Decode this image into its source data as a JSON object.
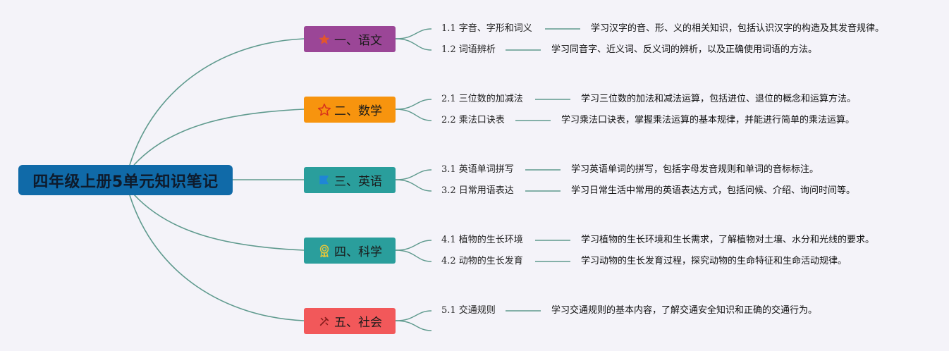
{
  "root": {
    "label": "四年级上册5单元知识笔记"
  },
  "colors": {
    "root": "#106aa8",
    "line": "#5f9a8e",
    "branches": [
      "#9b4697",
      "#f7940e",
      "#2a9e9c",
      "#2a9e9c",
      "#f2585a"
    ]
  },
  "branches": [
    {
      "label": "一、语文",
      "icon": "star-filled-icon",
      "items": [
        {
          "label": "1.1 字音、字形和词义",
          "desc": "学习汉字的音、形、义的相关知识，包括认识汉字的构造及其发音规律。"
        },
        {
          "label": "1.2 词语辨析",
          "desc": "学习同音字、近义词、反义词的辨析，以及正确使用词语的方法。"
        }
      ]
    },
    {
      "label": "二、数学",
      "icon": "star-outline-icon",
      "items": [
        {
          "label": "2.1 三位数的加减法",
          "desc": "学习三位数的加法和减法运算，包括进位、退位的概念和运算方法。"
        },
        {
          "label": "2.2 乘法口诀表",
          "desc": "学习乘法口诀表，掌握乘法运算的基本规律，并能进行简单的乘法运算。"
        }
      ]
    },
    {
      "label": "三、英语",
      "icon": "flag-icon",
      "items": [
        {
          "label": "3.1 英语单词拼写",
          "desc": "学习英语单词的拼写，包括字母发音规则和单词的音标标注。"
        },
        {
          "label": "3.2 日常用语表达",
          "desc": "学习日常生活中常用的英语表达方式，包括问候、介绍、询问时间等。"
        }
      ]
    },
    {
      "label": "四、科学",
      "icon": "award-ribbon-icon",
      "items": [
        {
          "label": "4.1 植物的生长环境",
          "desc": "学习植物的生长环境和生长需求，了解植物对土壤、水分和光线的要求。"
        },
        {
          "label": "4.2 动物的生长发育",
          "desc": "学习动物的生长发育过程，探究动物的生命特征和生命活动规律。"
        }
      ]
    },
    {
      "label": "五、社会",
      "icon": "tools-icon",
      "items": [
        {
          "label": "5.1 交通规则",
          "desc": "学习交通规则的基本内容，了解交通安全知识和正确的交通行为。"
        },
        {
          "label": "",
          "desc": ""
        }
      ]
    }
  ]
}
